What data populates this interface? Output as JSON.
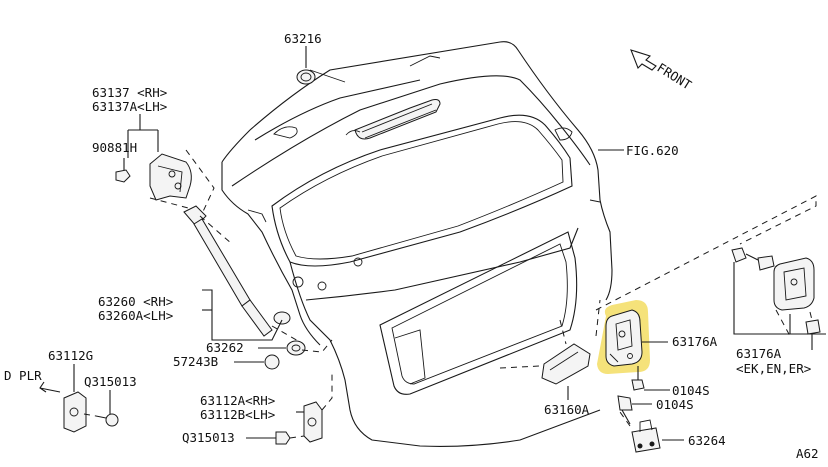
{
  "diagram_code": "A62",
  "direction_label": "FRONT",
  "ref_label": "FIG.620",
  "highlight_color": "#f5e27a",
  "labels": {
    "p63216": "63216",
    "p63137_rh": "63137 <RH>",
    "p63137a_lh": "63137A<LH>",
    "p90881h": "90881H",
    "p63260_rh": "63260 <RH>",
    "p63260a_lh": "63260A<LH>",
    "p63262": "63262",
    "p57243b": "57243B",
    "p63112g": "63112G",
    "d_plr": "D PLR",
    "q315013_a": "Q315013",
    "p63112a_rh": "63112A<RH>",
    "p63112b_lh": "63112B<LH>",
    "q315013_b": "Q315013",
    "p63160a": "63160A",
    "p63176a_main": "63176A",
    "p0104s_a": "0104S",
    "p0104s_b": "0104S",
    "p63264": "63264",
    "p63176a_alt": "63176A",
    "p63176a_variants": "<EK,EN,ER>"
  }
}
